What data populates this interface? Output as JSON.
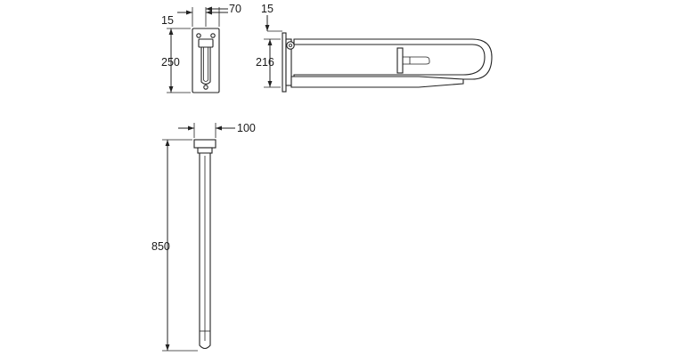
{
  "dimensions": {
    "front_view": {
      "offset": "15",
      "depth": "70",
      "height": "250"
    },
    "side_view": {
      "offset": "15",
      "height": "216"
    },
    "top_view": {
      "width": "100",
      "length": "850"
    }
  }
}
